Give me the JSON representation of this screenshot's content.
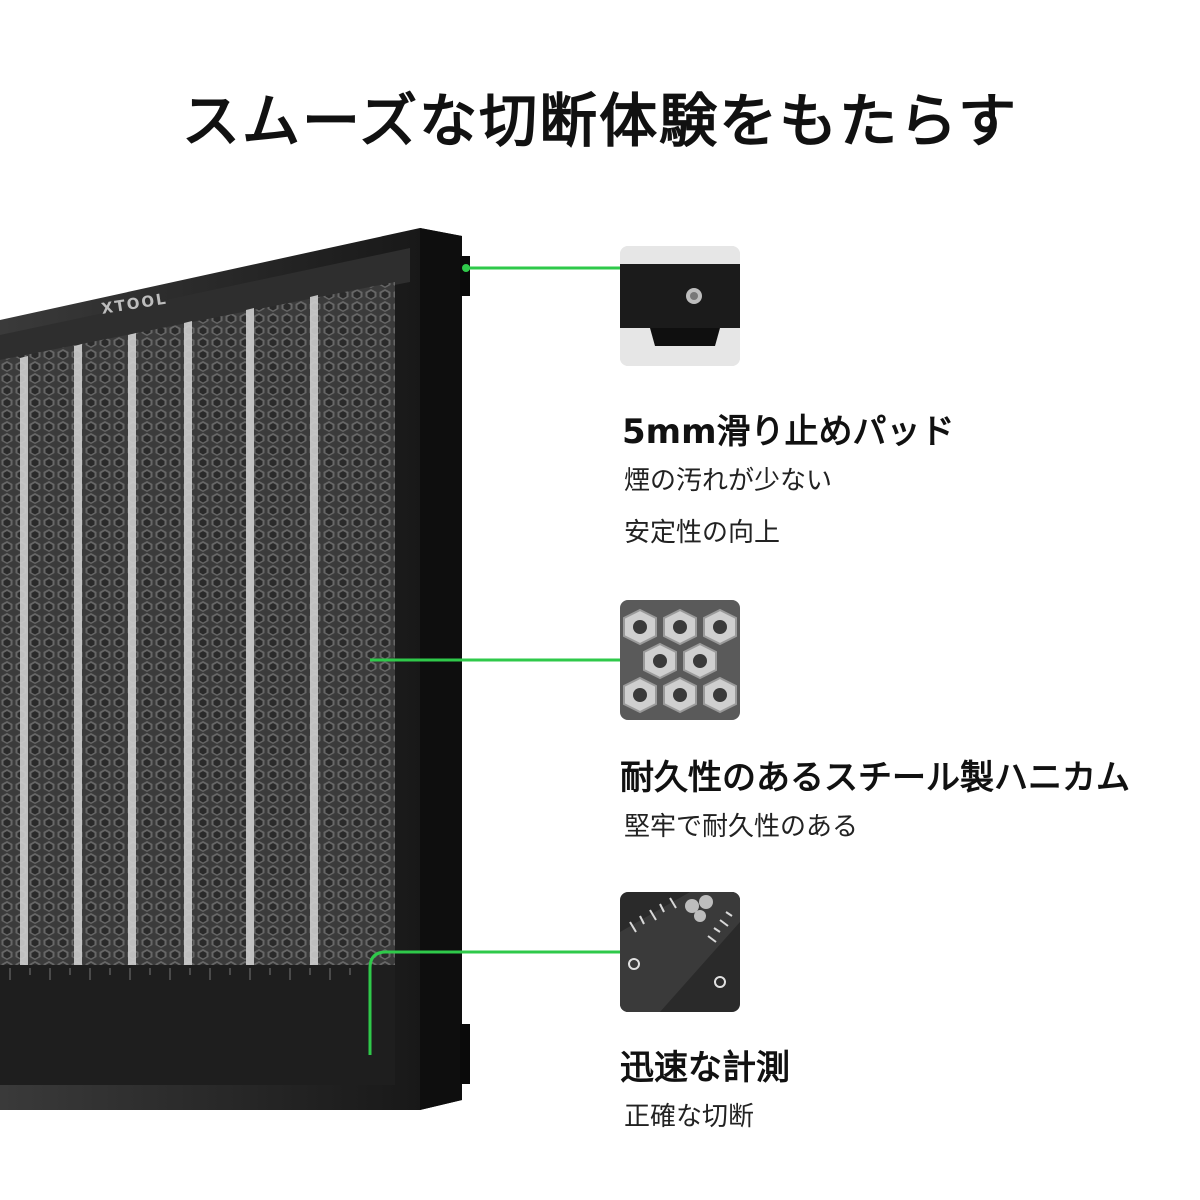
{
  "page": {
    "title": "スムーズな切断体験をもたらす"
  },
  "product": {
    "brand": "XTOOL"
  },
  "features": [
    {
      "title": "5mm滑り止めパッド",
      "lines": [
        "煙の汚れが少ない",
        "安定性の向上"
      ],
      "thumb_icon": "anti-slip-pad-closeup"
    },
    {
      "title": "耐久性のあるスチール製ハニカム",
      "lines": [
        "堅牢で耐久性のある"
      ],
      "thumb_icon": "steel-honeycomb-closeup"
    },
    {
      "title": "迅速な計測",
      "lines": [
        "正確な切断"
      ],
      "thumb_icon": "ruler-scale-closeup"
    }
  ],
  "colors": {
    "accent_line": "#2fc94a",
    "frame": "#1a1a1a",
    "mesh": "#4a4a4a"
  }
}
